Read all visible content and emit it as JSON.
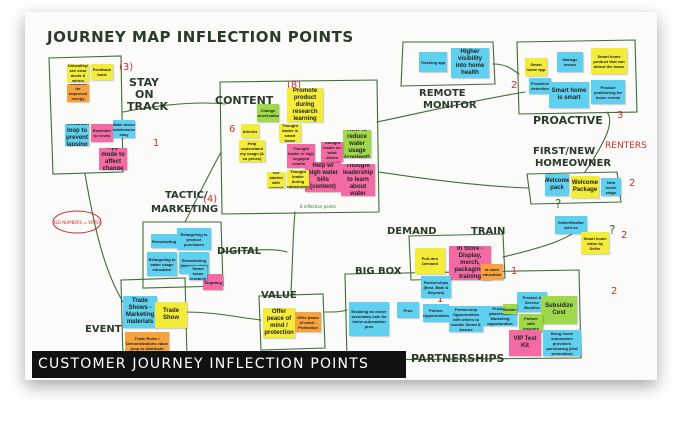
{
  "title": "JOURNEY MAP INFLECTION POINTS",
  "caption": "CUSTOMER JOURNEY INFLECTION POINTS",
  "sections": {
    "stay_on_track": [
      "STAY",
      "ON",
      "TRACK"
    ],
    "stay_num": "(3)",
    "content": "CONTENT",
    "content_num": "(8)",
    "tactic": [
      "TACTIC/",
      "MARKETING"
    ],
    "tactic_num": "(4)",
    "digital": "DIGITAL",
    "value": "VALUE",
    "event": "EVENT",
    "demand": "DEMAND",
    "train": "TRAIN",
    "big_box": "BIG BOX",
    "partnerships": "PARTNERSHIPS",
    "remote_monitor": [
      "REMOTE",
      "MONITOR"
    ],
    "proactive": "PROACTIVE",
    "first_new": [
      "FIRST/NEW",
      "HOMEOWNER"
    ],
    "renters": "RENTERS",
    "red_bubble": "RED NUMBERS = VOTES",
    "numbers": {
      "n1": "1",
      "n2": "2",
      "n3": "3",
      "n6": "6",
      "n1b": "1",
      "n2b": "2",
      "n2c": "2",
      "n1c": "1",
      "n2d": "2",
      "n1d": "1"
    },
    "content_footer": "8 inflection points",
    "q1": "?",
    "q2": "?"
  },
  "notes": [
    {
      "id": "n01",
      "color": "y",
      "text": "Unhealthy/ see clear ducts & wiring",
      "big": false
    },
    {
      "id": "n02",
      "color": "o",
      "text": "Rewards for improved energy usage",
      "big": false
    },
    {
      "id": "n03",
      "color": "b",
      "text": "Feedback loop to prevent lapsing",
      "big": true
    },
    {
      "id": "n04",
      "color": "p",
      "text": "Reminder to renew",
      "big": false
    },
    {
      "id": "n05",
      "color": "b",
      "text": "Make device maintenance easy",
      "big": false
    },
    {
      "id": "n06",
      "color": "p",
      "text": "App mode to affect change",
      "big": true
    },
    {
      "id": "n07",
      "color": "y",
      "text": "Feedback tools",
      "big": false
    },
    {
      "id": "n08",
      "color": "g",
      "text": "Change conversation",
      "big": false
    },
    {
      "id": "n09",
      "color": "y",
      "text": "Promote product during research learning",
      "big": true
    },
    {
      "id": "n10",
      "color": "y",
      "text": "Articles",
      "big": false
    },
    {
      "id": "n11",
      "color": "y",
      "text": "Help understand my usage (& so prices)",
      "big": false
    },
    {
      "id": "n12",
      "color": "y",
      "text": "Thought leader in smart home",
      "big": false
    },
    {
      "id": "n13",
      "color": "p",
      "text": "Thought leader in high engaged solutions",
      "big": false
    },
    {
      "id": "n14",
      "color": "p",
      "text": "Help w/ high water bills (content)",
      "big": true
    },
    {
      "id": "n15",
      "color": "g",
      "text": "How to reduce water usage (content)",
      "big": true
    },
    {
      "id": "n16",
      "color": "p",
      "text": "Thought leader on what drives water bills",
      "big": false
    },
    {
      "id": "n17",
      "color": "p",
      "text": "Thought leadership to learn about water",
      "big": true
    },
    {
      "id": "n18",
      "color": "y",
      "text": "Thought leader during catastrophe",
      "big": false
    },
    {
      "id": "n19",
      "color": "y",
      "text": "Get started with content",
      "big": false
    },
    {
      "id": "n20",
      "color": "b",
      "text": "Tracking app",
      "big": false
    },
    {
      "id": "n21",
      "color": "b",
      "text": "Higher visibility into home health",
      "big": true
    },
    {
      "id": "n22",
      "color": "y",
      "text": "Smart home app",
      "big": false
    },
    {
      "id": "n23",
      "color": "b",
      "text": "Proactive detection",
      "big": false
    },
    {
      "id": "n24",
      "color": "b",
      "text": "Manage issues",
      "big": false
    },
    {
      "id": "n25",
      "color": "y",
      "text": "Smart home product that can detect the home",
      "big": false
    },
    {
      "id": "n26",
      "color": "b",
      "text": "Smart home is smart",
      "big": true
    },
    {
      "id": "n27",
      "color": "b",
      "text": "Product positioning for home events",
      "big": false
    },
    {
      "id": "n28",
      "color": "b",
      "text": "Welcome pack",
      "big": true
    },
    {
      "id": "n29",
      "color": "y",
      "text": "Welcome Package",
      "big": true
    },
    {
      "id": "n30",
      "color": "b",
      "text": "New home stage",
      "big": false
    },
    {
      "id": "n31",
      "color": "b",
      "text": "Seller/Realtor Add on",
      "big": false
    },
    {
      "id": "n32",
      "color": "y",
      "text": "Smart home value by Seller",
      "big": false
    },
    {
      "id": "n33",
      "color": "b",
      "text": "Remarketing",
      "big": false
    },
    {
      "id": "n34",
      "color": "b",
      "text": "Retargeting to product purchases",
      "big": false
    },
    {
      "id": "n35",
      "color": "b",
      "text": "Retargeting to water usage education",
      "big": false
    },
    {
      "id": "n36",
      "color": "b",
      "text": "Remarketing (Interest style)",
      "big": false
    },
    {
      "id": "n37",
      "color": "p",
      "text": "Targeting",
      "big": false
    },
    {
      "id": "n38",
      "color": "b",
      "text": "Smart home research",
      "big": false
    },
    {
      "id": "n39",
      "color": "y",
      "text": "Offer peace of mind / protection",
      "big": true
    },
    {
      "id": "n40",
      "color": "o",
      "text": "Offer peace of mind - Protection",
      "big": false
    },
    {
      "id": "n41",
      "color": "b",
      "text": "Trade Shows - Marketing materials",
      "big": true
    },
    {
      "id": "n42",
      "color": "y",
      "text": "Trade Show",
      "big": true
    },
    {
      "id": "n43",
      "color": "o",
      "text": "Trade Rules / Demonstrations value prop to distribute (home) action plan",
      "big": false
    },
    {
      "id": "n44",
      "color": "y",
      "text": "Pull-thru Demand",
      "big": false
    },
    {
      "id": "n45",
      "color": "p",
      "text": "In Store - Display, merch, packaging, training",
      "big": true
    },
    {
      "id": "n46",
      "color": "b",
      "text": "Partnerships (Best, Bath & Beyond)",
      "big": false
    },
    {
      "id": "n47",
      "color": "o",
      "text": "In store education",
      "big": false
    },
    {
      "id": "n48",
      "color": "b",
      "text": "Enabling an easier secondary sale for home automation pros",
      "big": false
    },
    {
      "id": "n49",
      "color": "b",
      "text": "Pros",
      "big": false
    },
    {
      "id": "n50",
      "color": "b",
      "text": "Partner Opportunities",
      "big": false
    },
    {
      "id": "n51",
      "color": "b",
      "text": "Partnership Opportunities with others to bundle Smart & Assure",
      "big": false
    },
    {
      "id": "n52",
      "color": "b",
      "text": "Product placement / Marketing opportunities",
      "big": false
    },
    {
      "id": "n53",
      "color": "b",
      "text": "Product & Service Bundles",
      "big": false
    },
    {
      "id": "n54",
      "color": "g",
      "text": "Subsidize Cost",
      "big": true
    },
    {
      "id": "n55",
      "color": "g",
      "text": "Partner with insurers",
      "big": false
    },
    {
      "id": "n56",
      "color": "p",
      "text": "VIP Test Kit",
      "big": true
    },
    {
      "id": "n57",
      "color": "b",
      "text": "Bring home automation providers purchasing (trial promotion)",
      "big": false
    },
    {
      "id": "n58",
      "color": "g",
      "text": "Builder",
      "big": false
    }
  ]
}
